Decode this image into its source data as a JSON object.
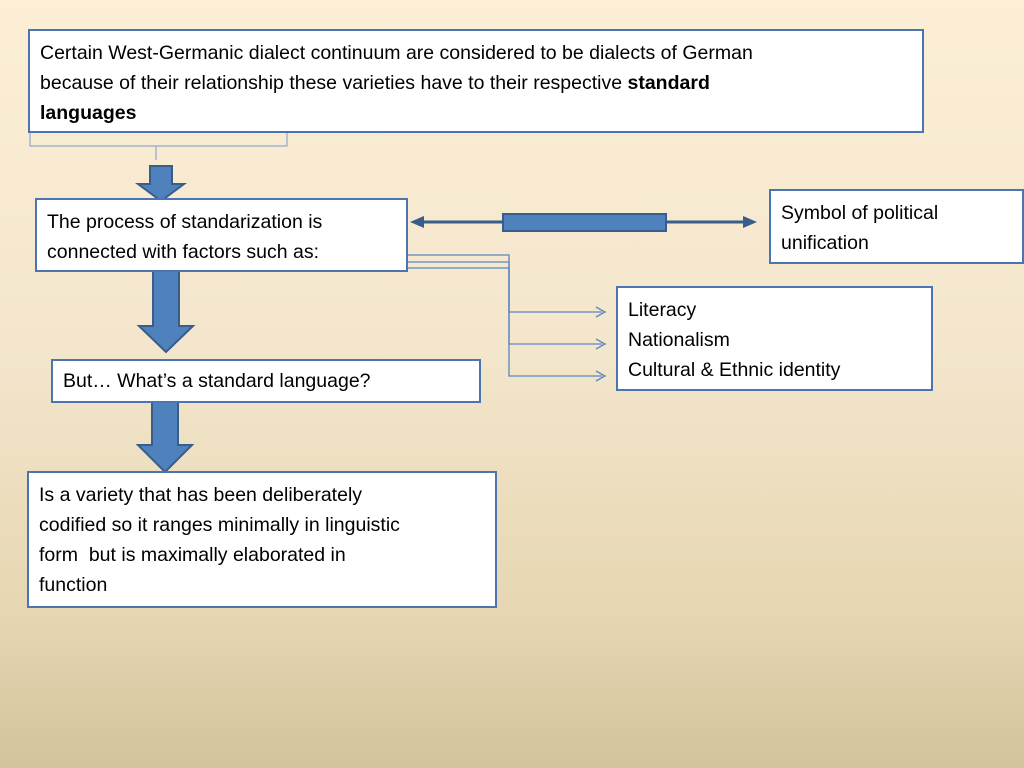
{
  "diagram": {
    "intro_box": {
      "line1": "Certain West-Germanic dialect continuum are considered to be dialects of German",
      "line2_plain": "because of their relationship these varieties have to their respective ",
      "line2_bold": "standard",
      "line3_bold": "languages"
    },
    "process_box": {
      "line1": "The process of standarization is",
      "line2": "connected with factors such as:"
    },
    "symbol_box": {
      "line1": "Symbol of political",
      "line2": "unification"
    },
    "factors_box": {
      "items": [
        "Literacy",
        "Nationalism",
        "Cultural & Ethnic identity"
      ]
    },
    "question_box": {
      "text": "But… What’s a standard language?"
    },
    "definition_box": {
      "line1": "Is a variety that has been deliberately",
      "line2": "codified so it ranges minimally in linguistic",
      "line3": "form  but is maximally elaborated in",
      "line4": "function"
    },
    "colors": {
      "box_border": "#4a74b2",
      "arrow_fill": "#4f81bd",
      "arrow_stroke": "#385d8a",
      "connector_line": "#5b86c0"
    }
  }
}
